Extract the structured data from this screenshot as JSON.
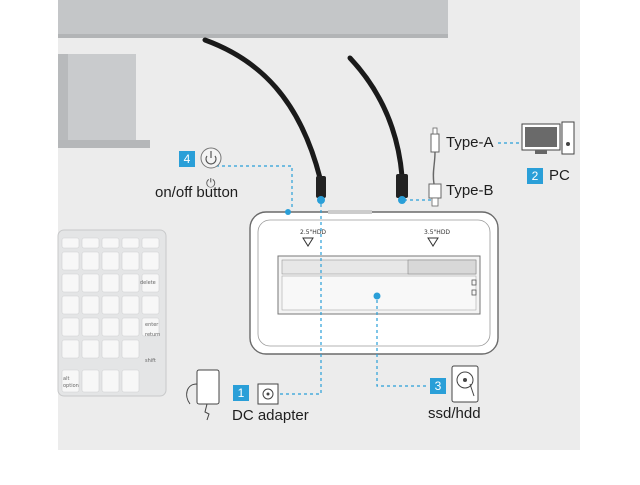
{
  "callouts": [
    {
      "number": "1",
      "label": "DC adapter"
    },
    {
      "number": "2",
      "label": "PC"
    },
    {
      "number": "3",
      "label": "ssd/hdd"
    },
    {
      "number": "4",
      "label": "on/off button"
    }
  ],
  "connectors": {
    "type_a": "Type-A",
    "type_b": "Type-B"
  },
  "dock": {
    "bay_left_label": "2.5\"HDD",
    "bay_right_label": "3.5\"HDD"
  },
  "keyboard": {
    "keys": {
      "delete": "delete",
      "return": "return",
      "enter": "enter",
      "shift": "shift",
      "option": "option",
      "alt": "alt"
    }
  },
  "colors": {
    "accent": "#2a9fd8",
    "background": "#ececec",
    "monitor": "#bfc1c3"
  }
}
